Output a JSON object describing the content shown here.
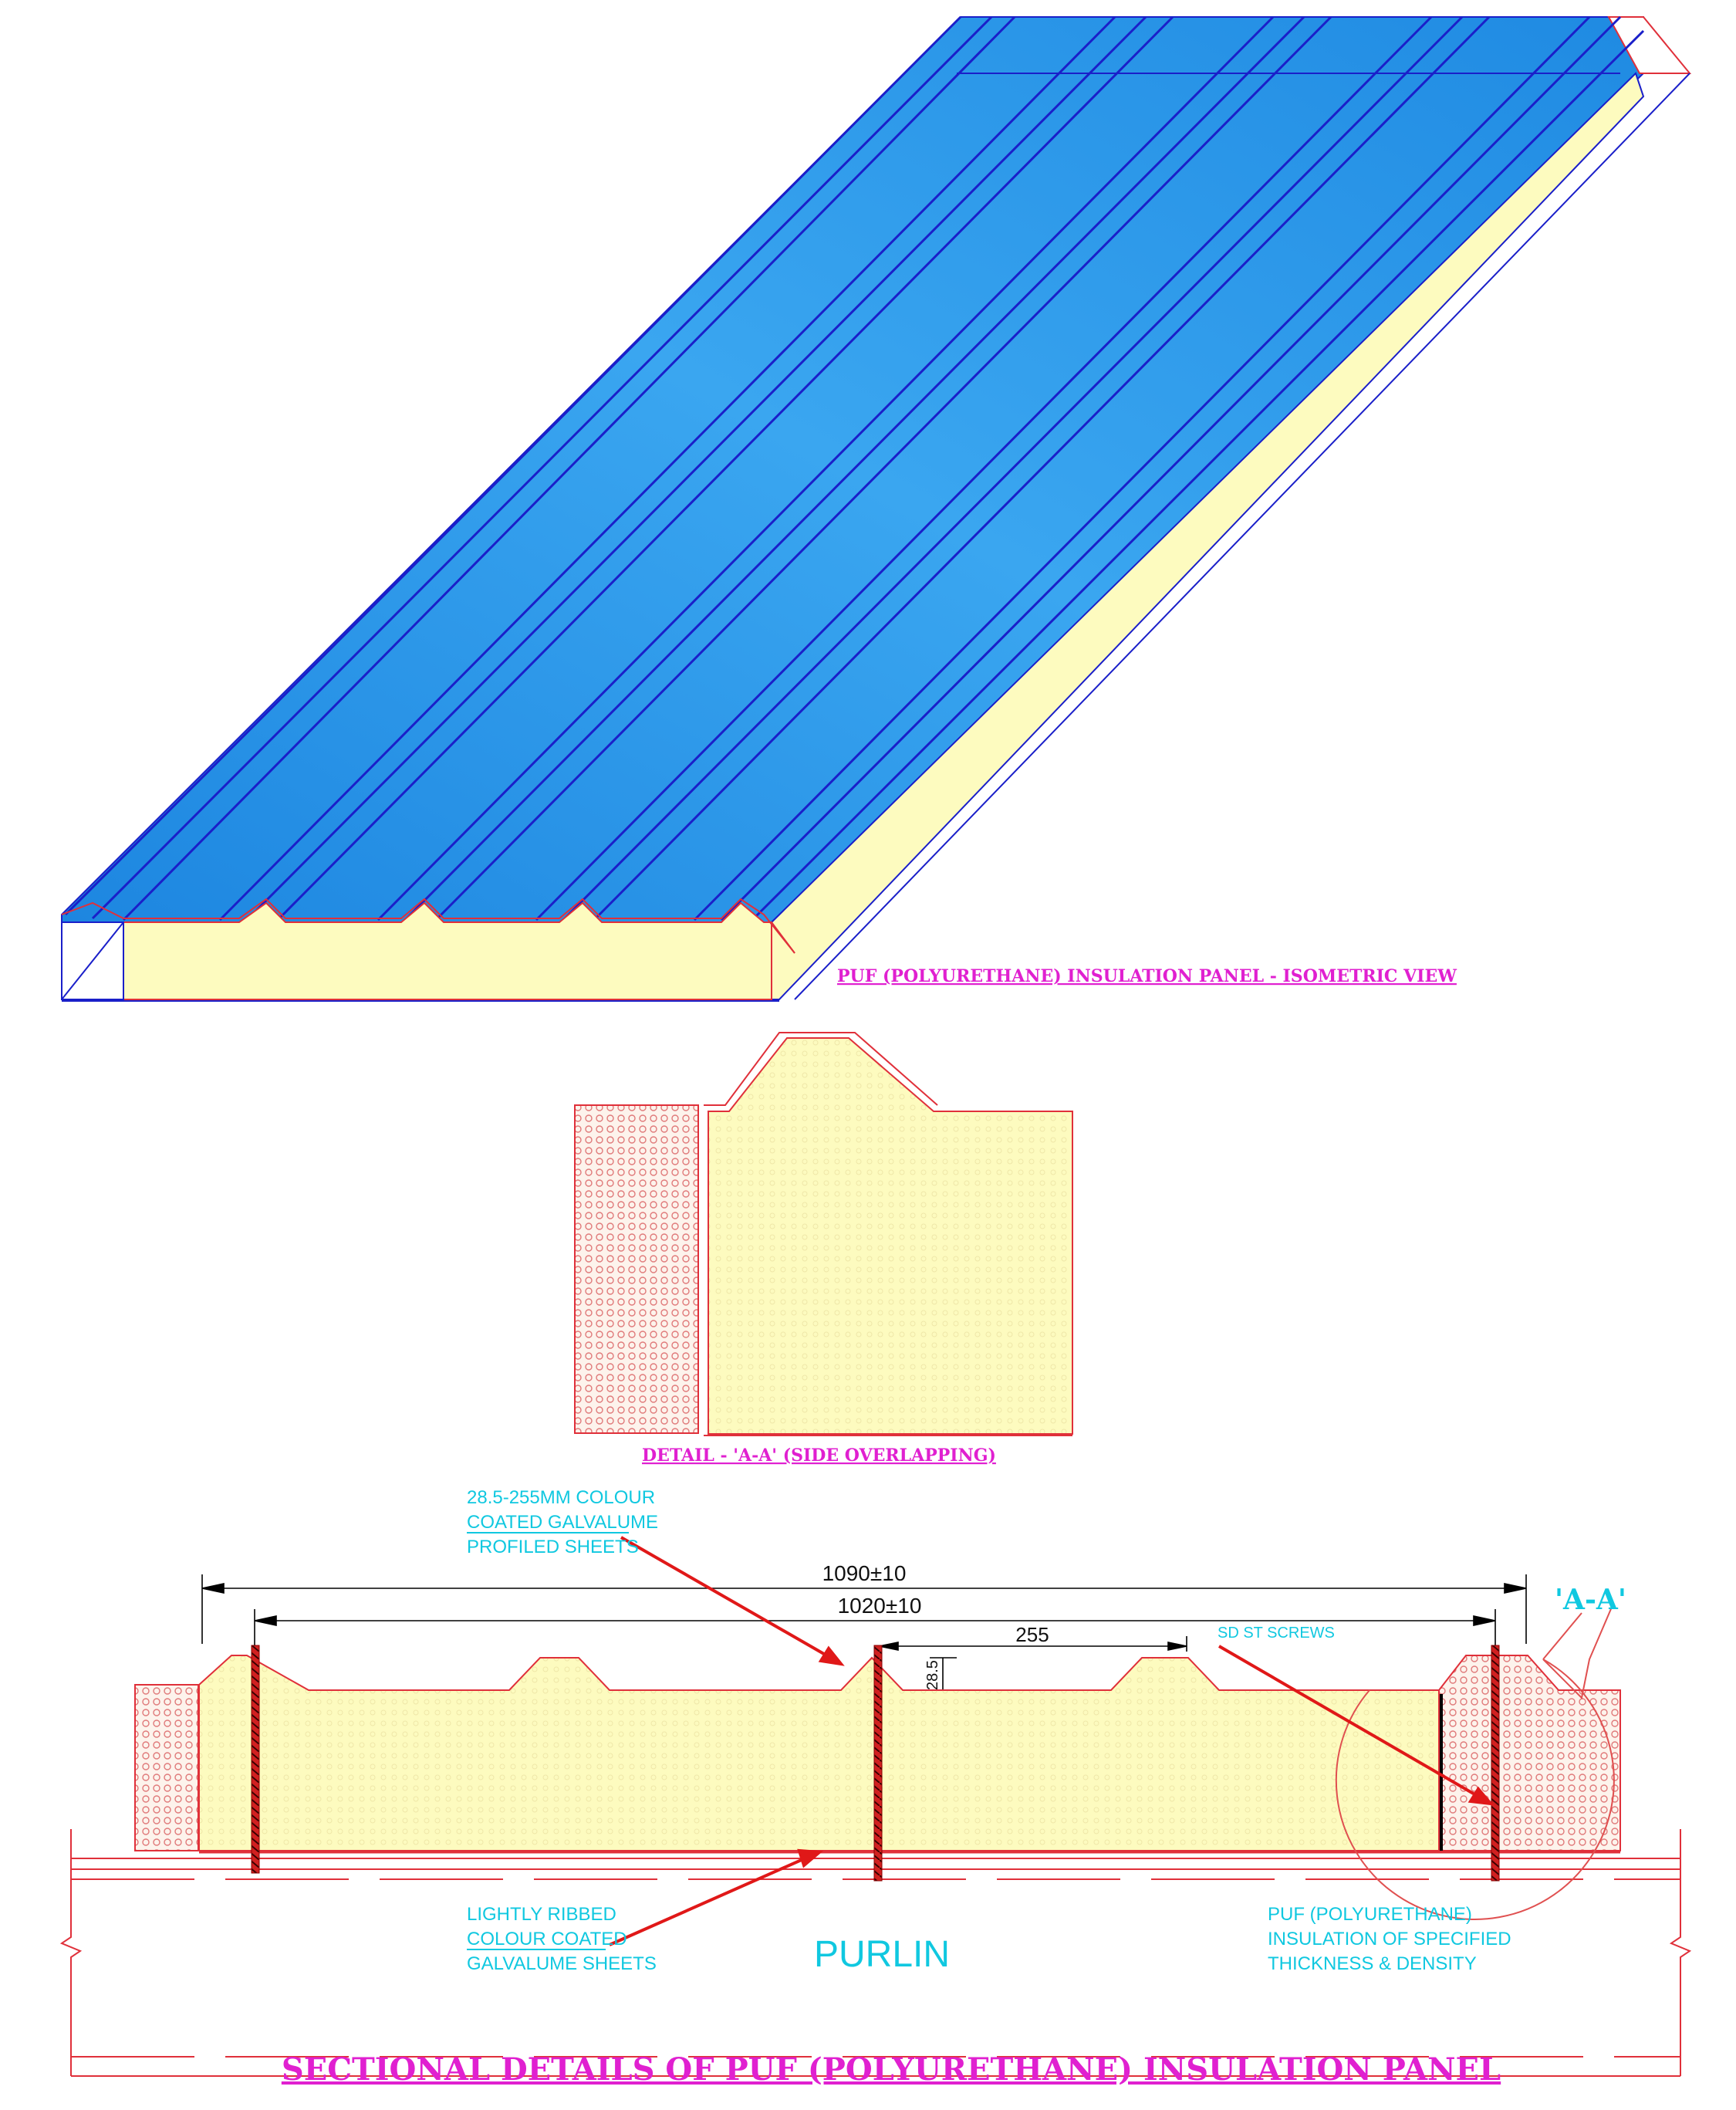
{
  "iso_view": {
    "caption": "PUF (POLYURETHANE) INSULATION PANEL - ISOMETRIC VIEW"
  },
  "detail_aa": {
    "caption": "DETAIL - 'A-A' (SIDE OVERLAPPING)"
  },
  "section": {
    "title": "SECTIONAL DETAILS OF PUF (POLYURETHANE) INSULATION PANEL",
    "dims": {
      "overall": "1090±10",
      "cover": "1020±10",
      "rib_pitch": "255",
      "rib_height": "28.5"
    },
    "labels": {
      "top_sheet": [
        "28.5-255MM COLOUR",
        "COATED GALVALUME",
        "PROFILED SHEETS"
      ],
      "screws": "SD ST SCREWS",
      "detail_ref": "'A-A'",
      "bottom_sheet": [
        "LIGHTLY RIBBED",
        "COLOUR COATED",
        "GALVALUME SHEETS"
      ],
      "purlin": "PURLIN",
      "insulation": [
        "PUF (POLYURETHANE)",
        "INSULATION OF SPECIFIED",
        "THICKNESS & DENSITY"
      ]
    }
  },
  "colors": {
    "sheet_blue": "#2b95e8",
    "rib_line": "#1a1fc9",
    "foam": "#fdfbbf",
    "outline_red": "#e0303a",
    "caption_magenta": "#e020d0",
    "label_cyan": "#10c8e0"
  }
}
